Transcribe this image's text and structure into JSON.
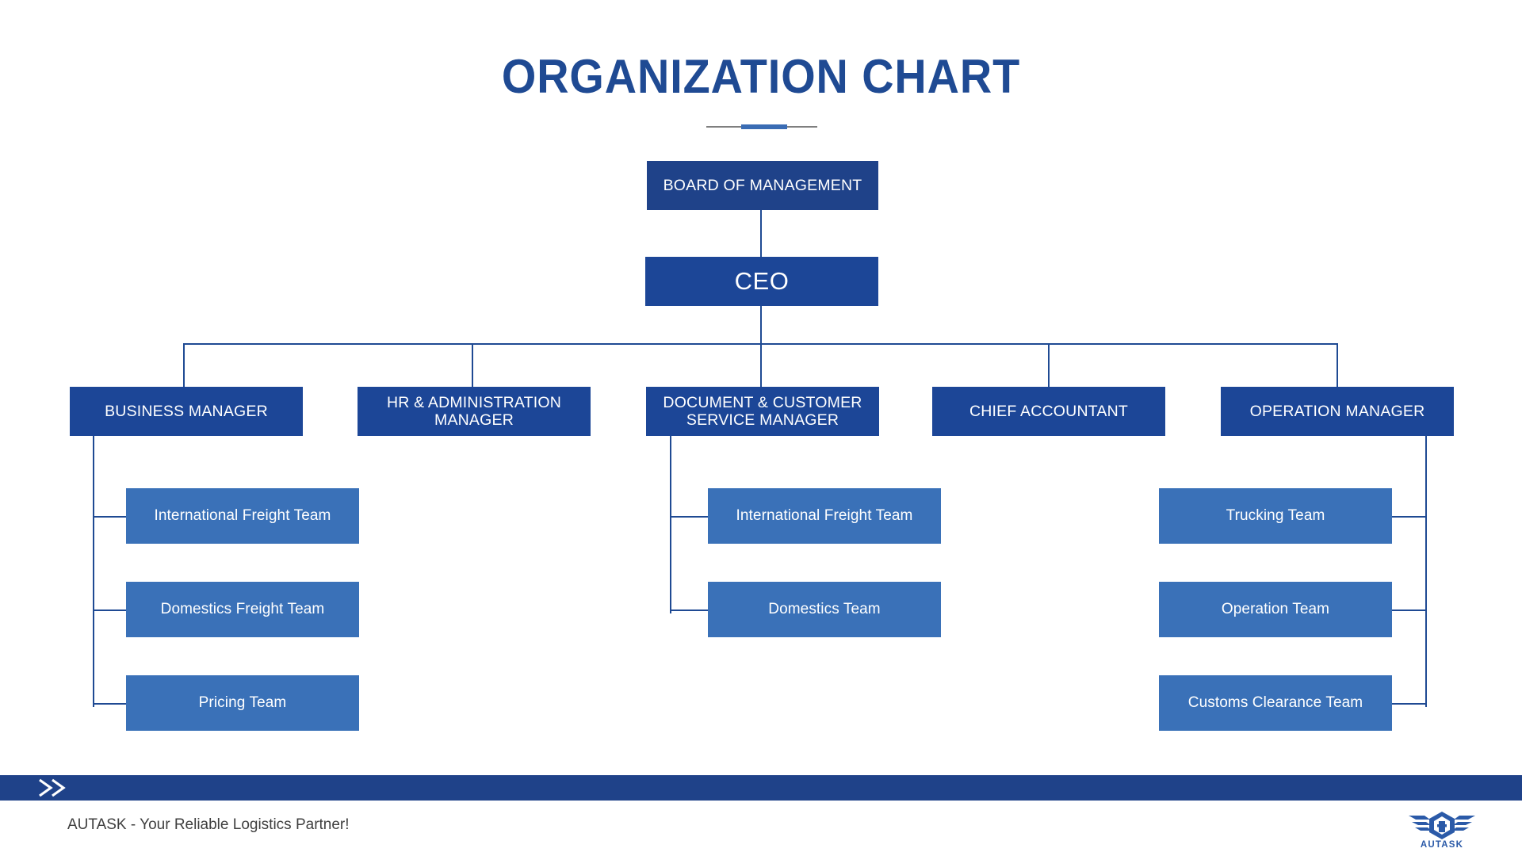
{
  "slide": {
    "title": "ORGANIZATION CHART",
    "background_color": "#ffffff"
  },
  "colors": {
    "title_blue": "#1f4a93",
    "box_dark_navy": "#1f4289",
    "box_mid_blue": "#1c4697",
    "box_light_blue": "#3a71b8",
    "connector_blue": "#1f4a93",
    "divider_gray": "#7f7f7f",
    "footer_bar": "#1f4289",
    "footer_text": "#3f3f3f",
    "logo_blue": "#2b5aa8"
  },
  "chart_data": {
    "type": "diagram",
    "title": "ORGANIZATION CHART",
    "nodes": [
      {
        "id": "board",
        "label": "BOARD OF MANAGEMENT",
        "level": 0,
        "style": "dark"
      },
      {
        "id": "ceo",
        "label": "CEO",
        "level": 1,
        "style": "mid"
      },
      {
        "id": "business-manager",
        "label": "BUSINESS MANAGER",
        "level": 2,
        "style": "mid"
      },
      {
        "id": "hr-admin-manager",
        "label": "HR & ADMINISTRATION MANAGER",
        "level": 2,
        "style": "mid"
      },
      {
        "id": "document-customer-service-manager",
        "label": "DOCUMENT & CUSTOMER SERVICE MANAGER",
        "level": 2,
        "style": "mid"
      },
      {
        "id": "chief-accountant",
        "label": "CHIEF ACCOUNTANT",
        "level": 2,
        "style": "mid"
      },
      {
        "id": "operation-manager",
        "label": "OPERATION MANAGER",
        "level": 2,
        "style": "mid"
      },
      {
        "id": "business-international-freight-team",
        "label": "International Freight Team",
        "level": 3,
        "style": "light",
        "parent": "business-manager"
      },
      {
        "id": "business-domestics-freight-team",
        "label": "Domestics Freight Team",
        "level": 3,
        "style": "light",
        "parent": "business-manager"
      },
      {
        "id": "business-pricing-team",
        "label": "Pricing Team",
        "level": 3,
        "style": "light",
        "parent": "business-manager"
      },
      {
        "id": "doc-international-freight-team",
        "label": "International Freight Team",
        "level": 3,
        "style": "light",
        "parent": "document-customer-service-manager"
      },
      {
        "id": "doc-domestics-team",
        "label": "Domestics Team",
        "level": 3,
        "style": "light",
        "parent": "document-customer-service-manager"
      },
      {
        "id": "op-trucking-team",
        "label": "Trucking Team",
        "level": 3,
        "style": "light",
        "parent": "operation-manager"
      },
      {
        "id": "op-operation-team",
        "label": "Operation Team",
        "level": 3,
        "style": "light",
        "parent": "operation-manager"
      },
      {
        "id": "op-customs-clearance-team",
        "label": "Customs Clearance Team",
        "level": 3,
        "style": "light",
        "parent": "operation-manager"
      }
    ],
    "edges": [
      {
        "from": "board",
        "to": "ceo"
      },
      {
        "from": "ceo",
        "to": "business-manager"
      },
      {
        "from": "ceo",
        "to": "hr-admin-manager"
      },
      {
        "from": "ceo",
        "to": "document-customer-service-manager"
      },
      {
        "from": "ceo",
        "to": "chief-accountant"
      },
      {
        "from": "ceo",
        "to": "operation-manager"
      },
      {
        "from": "business-manager",
        "to": "business-international-freight-team"
      },
      {
        "from": "business-manager",
        "to": "business-domestics-freight-team"
      },
      {
        "from": "business-manager",
        "to": "business-pricing-team"
      },
      {
        "from": "document-customer-service-manager",
        "to": "doc-international-freight-team"
      },
      {
        "from": "document-customer-service-manager",
        "to": "doc-domestics-team"
      },
      {
        "from": "operation-manager",
        "to": "op-trucking-team"
      },
      {
        "from": "operation-manager",
        "to": "op-operation-team"
      },
      {
        "from": "operation-manager",
        "to": "op-customs-clearance-team"
      }
    ]
  },
  "tree": {
    "board": {
      "label": "BOARD OF MANAGEMENT"
    },
    "ceo": {
      "label": "CEO"
    },
    "managers": [
      {
        "label": "BUSINESS MANAGER"
      },
      {
        "label_line1": "HR & ADMINISTRATION",
        "label_line2": "MANAGER"
      },
      {
        "label_line1": "DOCUMENT & CUSTOMER",
        "label_line2": "SERVICE MANAGER"
      },
      {
        "label": "CHIEF ACCOUNTANT"
      },
      {
        "label": "OPERATION MANAGER"
      }
    ],
    "business_teams": [
      {
        "label": "International Freight Team"
      },
      {
        "label": "Domestics Freight Team"
      },
      {
        "label": "Pricing Team"
      }
    ],
    "document_teams": [
      {
        "label": "International Freight Team"
      },
      {
        "label": "Domestics Team"
      }
    ],
    "operation_teams": [
      {
        "label": "Trucking Team"
      },
      {
        "label": "Operation Team"
      },
      {
        "label": "Customs Clearance Team"
      }
    ]
  },
  "footer": {
    "tagline": "AUTASK - Your Reliable Logistics Partner!",
    "chevron_icon": "double-chevron-right-icon",
    "logo_text": "AUTASK",
    "logo_icon": "autask-winged-a-logo"
  }
}
